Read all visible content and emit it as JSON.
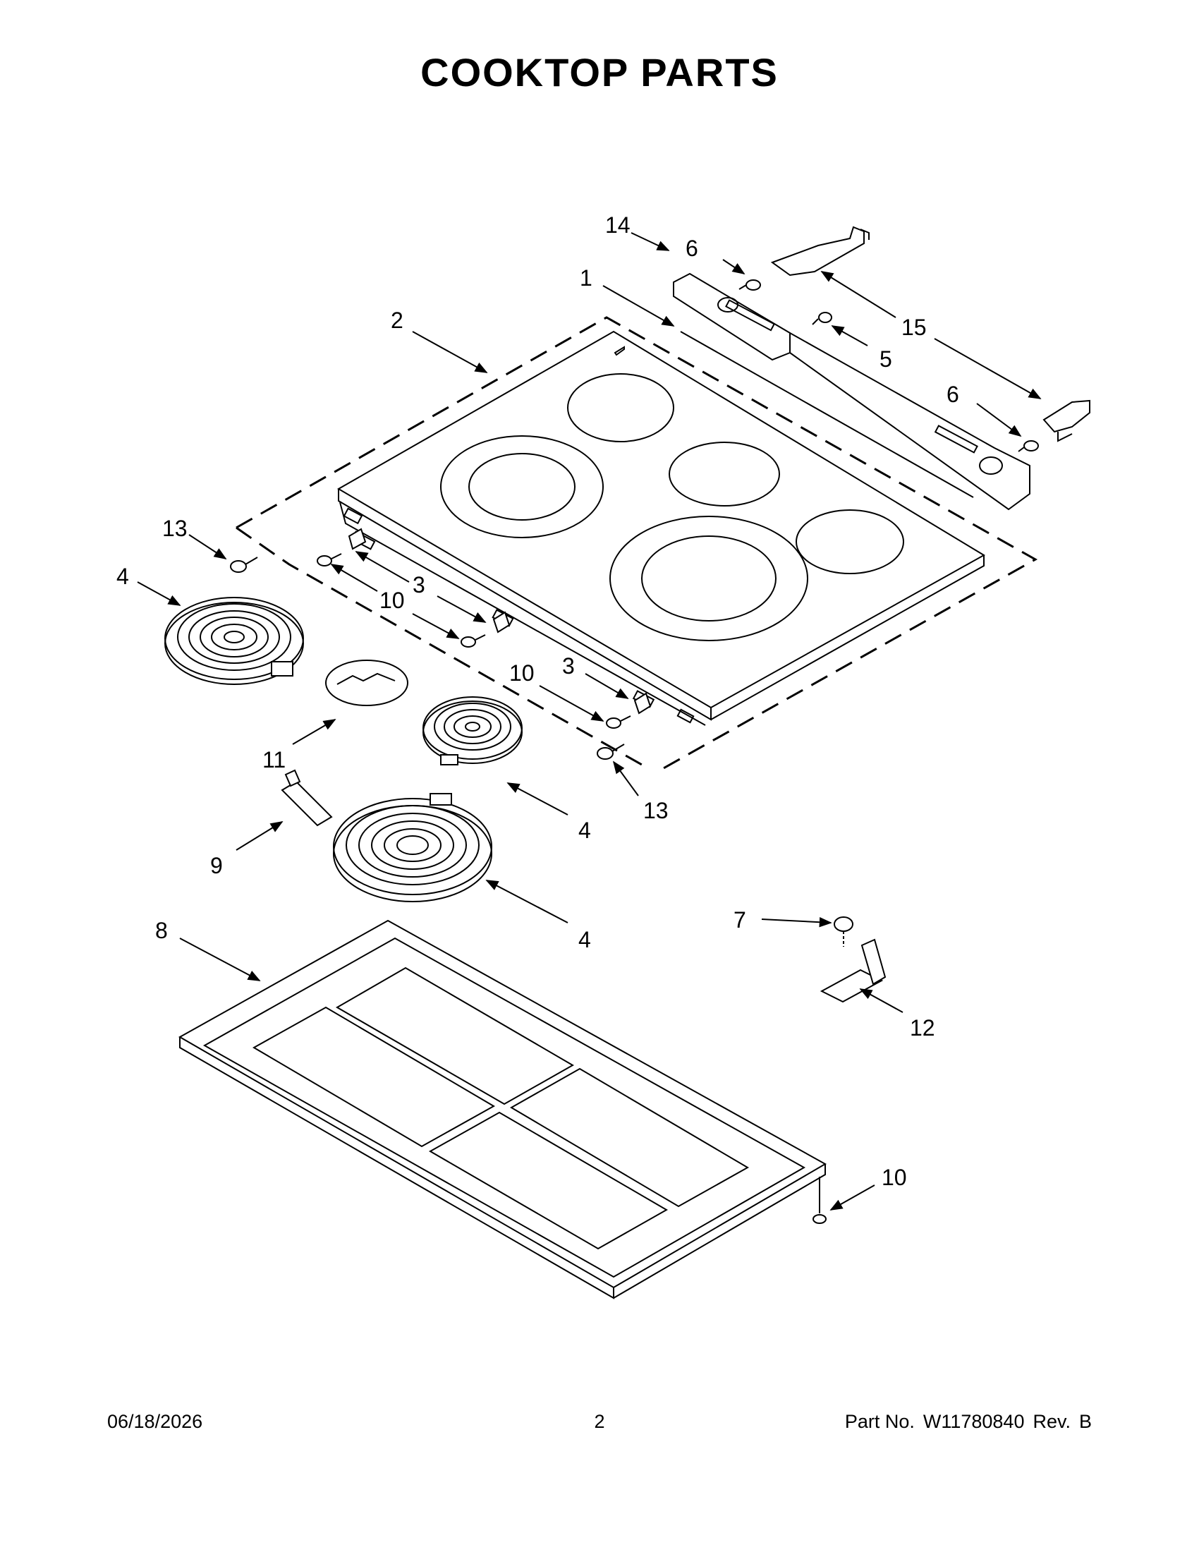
{
  "title": {
    "word1": "COOKTOP",
    "word2": "PARTS"
  },
  "footer": {
    "date": "06/18/2026",
    "page": "2",
    "part_label": "Part No.",
    "part_number": "W11780840",
    "rev_label": "Rev.",
    "rev": "B"
  },
  "callouts": [
    {
      "id": "c14",
      "label": "14"
    },
    {
      "id": "c6a",
      "label": "6"
    },
    {
      "id": "c1",
      "label": "1"
    },
    {
      "id": "c2",
      "label": "2"
    },
    {
      "id": "c15",
      "label": "15"
    },
    {
      "id": "c5",
      "label": "5"
    },
    {
      "id": "c6b",
      "label": "6"
    },
    {
      "id": "c13a",
      "label": "13"
    },
    {
      "id": "c4a",
      "label": "4"
    },
    {
      "id": "c3a",
      "label": "3"
    },
    {
      "id": "c10a",
      "label": "10"
    },
    {
      "id": "c10b",
      "label": "10"
    },
    {
      "id": "c3b",
      "label": "3"
    },
    {
      "id": "c11",
      "label": "11"
    },
    {
      "id": "c13b",
      "label": "13"
    },
    {
      "id": "c4b",
      "label": "4"
    },
    {
      "id": "c9",
      "label": "9"
    },
    {
      "id": "c4c",
      "label": "4"
    },
    {
      "id": "c8",
      "label": "8"
    },
    {
      "id": "c7",
      "label": "7"
    },
    {
      "id": "c12",
      "label": "12"
    },
    {
      "id": "c10c",
      "label": "10"
    }
  ]
}
